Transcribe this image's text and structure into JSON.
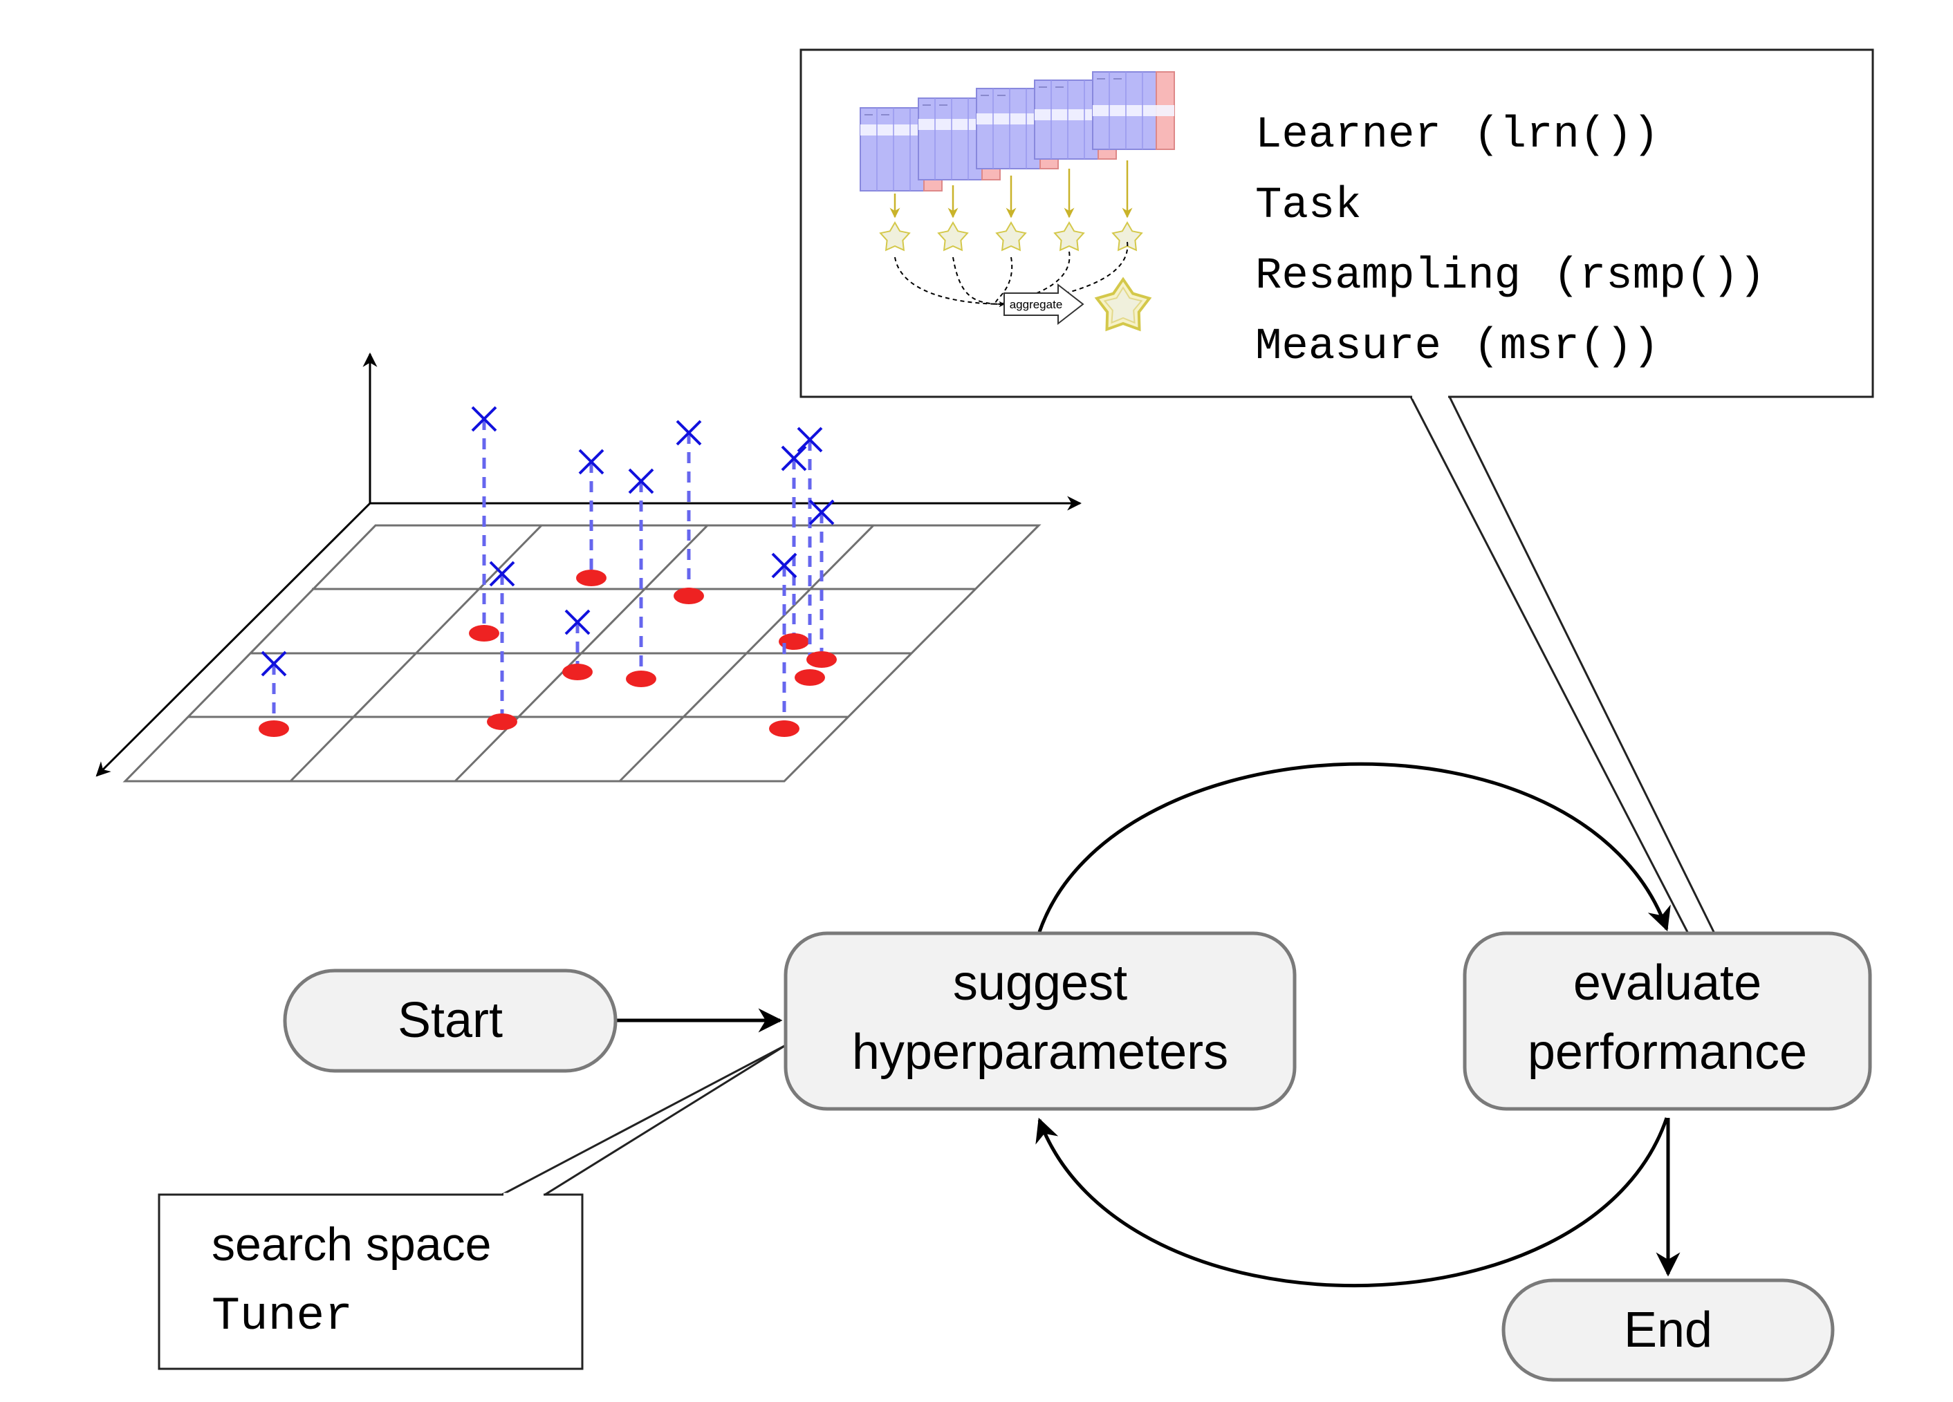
{
  "nodes": {
    "start": "Start",
    "suggest": [
      "suggest",
      "hyperparameters"
    ],
    "evaluate": [
      "evaluate",
      "performance"
    ],
    "end": "End"
  },
  "search_note": {
    "line1": "search space",
    "line2": "Tuner"
  },
  "eval_note": {
    "items": [
      {
        "name": "Learner",
        "fn": "(lrn())"
      },
      {
        "name": "Task",
        "fn": ""
      },
      {
        "name": "Resampling",
        "fn": "(rsmp())"
      },
      {
        "name": "Measure",
        "fn": "(msr())"
      }
    ],
    "aggregate_label": "aggregate"
  },
  "colors": {
    "node_fill": "#f2f2f2",
    "node_stroke": "#7a7a7a",
    "point_red": "#ee2222",
    "marker_blue": "#1111dd",
    "drop_line": "#6666ee",
    "star_fill": "#f0f0dc",
    "star_stroke": "#d4c84a",
    "table_blue": "#b8b8f8",
    "table_red": "#f8b8b8"
  },
  "icons": {
    "grid": "3d-search-grid",
    "candidate": "x-mark-icon",
    "projection": "red-dot-icon",
    "score": "star-icon"
  }
}
